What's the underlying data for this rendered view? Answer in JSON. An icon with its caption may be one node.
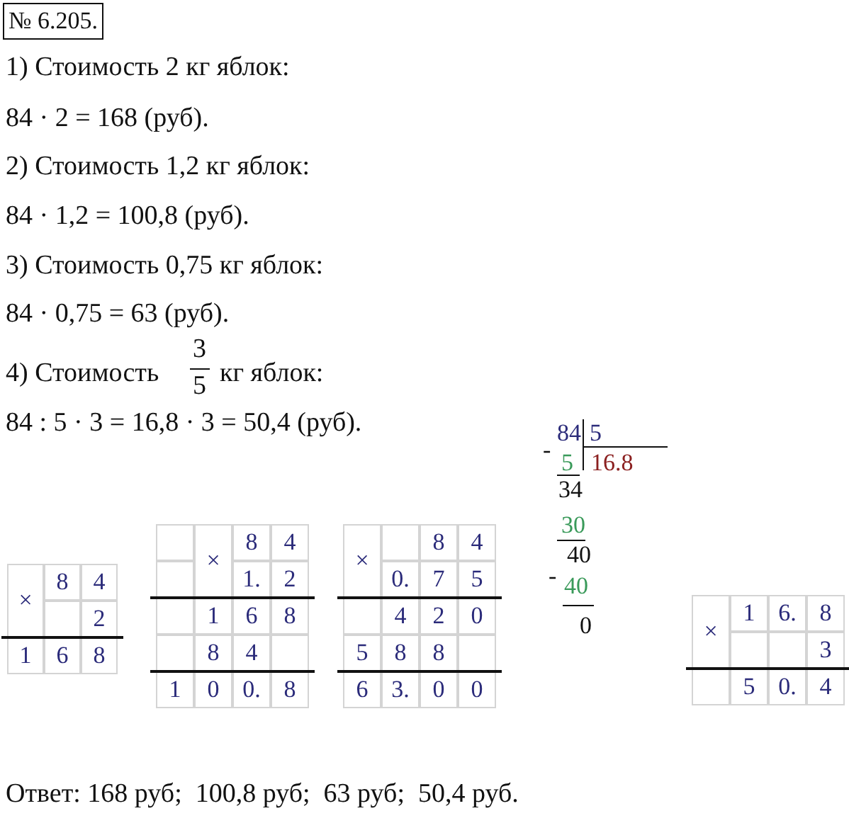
{
  "diagram": {
    "title": "№ 6.205.",
    "labels": [
      "1) Стоимость 2 кг яблок:",
      "84 · 2 = 168 (руб).",
      "2) Стоимость 1,2 кг яблок:",
      "84 · 1,2 = 100,8 (руб).",
      "3) Стоимость 0,75 кг яблок:",
      "84 · 0,75 = 63 (руб).",
      "4) Стоимость",
      "3",
      "5",
      "кг яблок:",
      "84 : 5 · 3 = 16,8 · 3 = 50,4 (руб).",
      "×",
      "8",
      "4",
      "2",
      "1",
      "6",
      "8",
      "×",
      "8",
      "4",
      "1.",
      "2",
      "1",
      "6",
      "8",
      "8",
      "4",
      "1",
      "0",
      "0.",
      "8",
      "×",
      "8",
      "4",
      "0.",
      "7",
      "5",
      "4",
      "2",
      "0",
      "5",
      "8",
      "8",
      "6",
      "3.",
      "0",
      "0",
      "84",
      "5",
      "-",
      "5",
      "16.8",
      "34",
      "30",
      "40",
      "-",
      "40",
      "0",
      "×",
      "1",
      "6.",
      "8",
      "3",
      "5",
      "0.",
      "4",
      "Ответ: 168 руб;  100,8 руб;  63 руб;  50,4 руб."
    ]
  }
}
